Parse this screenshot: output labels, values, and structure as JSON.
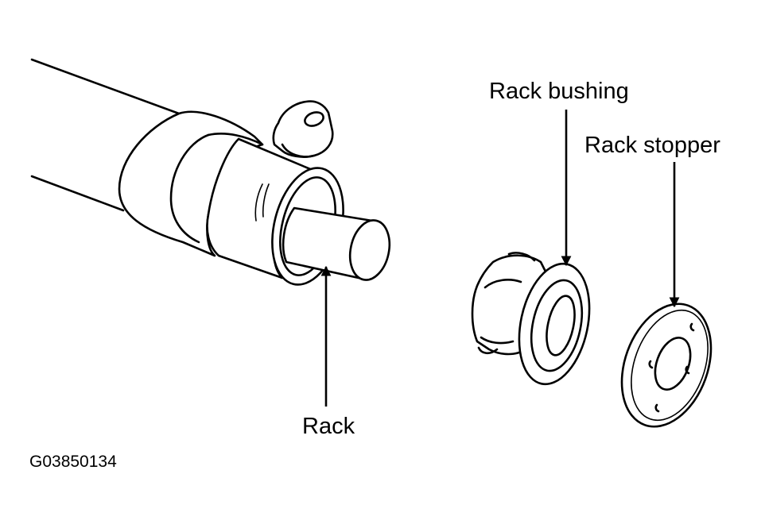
{
  "labels": {
    "rack": "Rack",
    "rack_bushing": "Rack bushing",
    "rack_stopper": "Rack stopper"
  },
  "figure_code": "G03850134",
  "colors": {
    "ink": "#000000",
    "paper": "#ffffff"
  }
}
